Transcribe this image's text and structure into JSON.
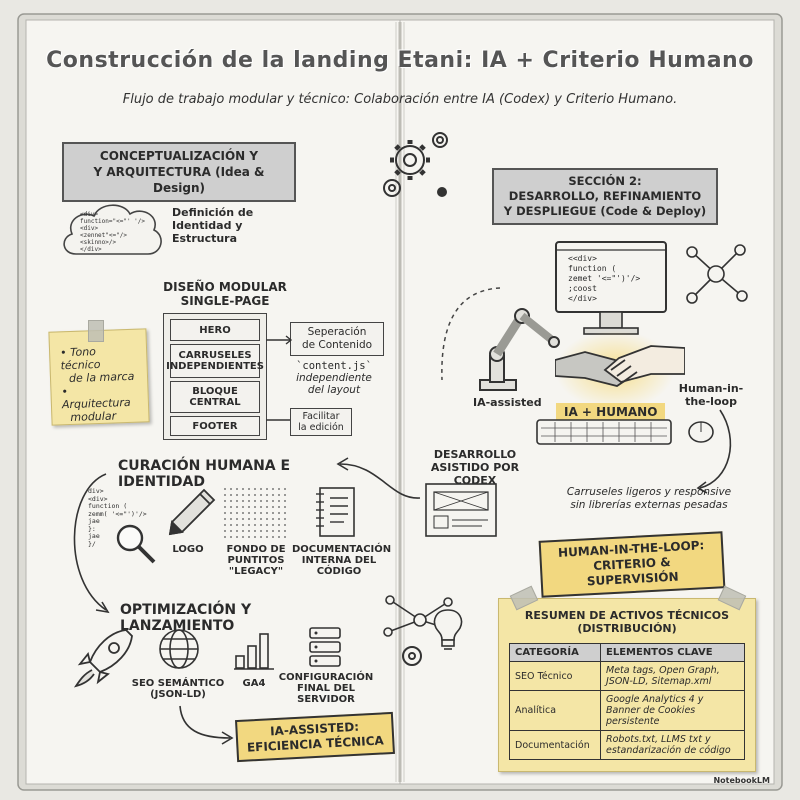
{
  "header": {
    "title": "Construcción de la landing Etani: IA + Criterio Humano",
    "subtitle": "Flujo de trabajo modular y técnico: Colaboración entre IA (Codex) y Criterio Humano."
  },
  "section1": {
    "heading_line1": "CONCEPTUALIZACIÓN Y",
    "heading_line2": "Y ARQUITECTURA (Idea & Design)",
    "identity_line1": "Definición de",
    "identity_line2": "Identidad y",
    "identity_line3": "Estructura",
    "modular_line1": "DISEÑO MODULAR",
    "modular_line2": "SINGLE-PAGE",
    "stack": [
      "HERO",
      "CARRUSELES INDEPENDIENTES",
      "BLOQUE CENTRAL",
      "FOOTER"
    ],
    "sep_line1": "Seperación",
    "sep_line2": "de Contenido",
    "content_line1": "`content.js`",
    "content_line2": "independiente",
    "content_line3": "del layout",
    "facilitar_line1": "Facilitar",
    "facilitar_line2": "la edición",
    "sticky_line1": "• Tono técnico",
    "sticky_line2": "de la marca",
    "sticky_line3": "• Arquitectura",
    "sticky_line4": "modular"
  },
  "section2": {
    "heading_line1": "SECCIÓN 2:",
    "heading_line2": "DESARROLLO, REFINAMIENTO",
    "heading_line3": "Y DESPLIEGUE (Code & Deploy)",
    "ia_assisted": "IA-assisted",
    "ia_humano": "IA + HUMANO",
    "hil_line1": "Human-in-",
    "hil_line2": "the-loop",
    "dev_line1": "DESARROLLO",
    "dev_line2": "ASISTIDO POR CODEX",
    "carousel_line1": "Carruseles ligeros y responsive",
    "carousel_line2": "sin librerías externas pesadas",
    "callout_line1": "HUMAN-IN-THE-LOOP:",
    "callout_line2": "CRITERIO & SUPERVISIÓN"
  },
  "curation": {
    "title": "CURACIÓN HUMANA E IDENTIDAD",
    "logo": "LOGO",
    "dots_line1": "FONDO DE",
    "dots_line2": "PUNTITOS",
    "dots_line3": "\"LEGACY\"",
    "doc_line1": "DOCUMENTACIÓN",
    "doc_line2": "INTERNA DEL",
    "doc_line3": "CÓDIGO"
  },
  "optimization": {
    "title": "OPTIMIZACIÓN Y LANZAMIENTO",
    "seo_line1": "SEO SEMÁNTICO",
    "seo_line2": "(JSON-LD)",
    "ga4": "GA4",
    "server_line1": "CONFIGURACIÓN",
    "server_line2": "FINAL DEL SERVIDOR",
    "callout_line1": "IA-ASSISTED:",
    "callout_line2": "EFICIENCIA TÉCNICA"
  },
  "summary": {
    "title_line1": "RESUMEN DE ACTIVOS TÉCNICOS",
    "title_line2": "(DISTRIBUCIÓN)",
    "col1": "CATEGORÍA",
    "col2": "ELEMENTOS CLAVE",
    "rows": [
      {
        "cat": "SEO Técnico",
        "val": "Meta tags, Open Graph, JSON-LD, Sitemap.xml"
      },
      {
        "cat": "Analítica",
        "val": "Google Analytics 4 y Banner de Cookies persistente"
      },
      {
        "cat": "Documentación",
        "val": "Robots.txt, LLMS txt y estandarización de código"
      }
    ]
  },
  "code": {
    "monitor": [
      "<<div>",
      "  function (",
      "    zemet  '<=\"')'/>",
      "  ;coost",
      "</div>"
    ],
    "cloud": [
      "<div>",
      "function=\"<=\"' '/>",
      "  <div>",
      "  <zennet\"<=\"/>",
      "  <skinno>/>",
      "</div>"
    ],
    "side": [
      "div>",
      " <div>",
      "  function (",
      "   zemm( '<=\"')'/>",
      "  jae",
      " }:",
      " jae",
      "}/"
    ]
  },
  "footer": {
    "brand": "NotebookLM"
  },
  "colors": {
    "accent": "#f2d880",
    "paper": "#f6f5f1",
    "ink": "#2b2b2b"
  }
}
